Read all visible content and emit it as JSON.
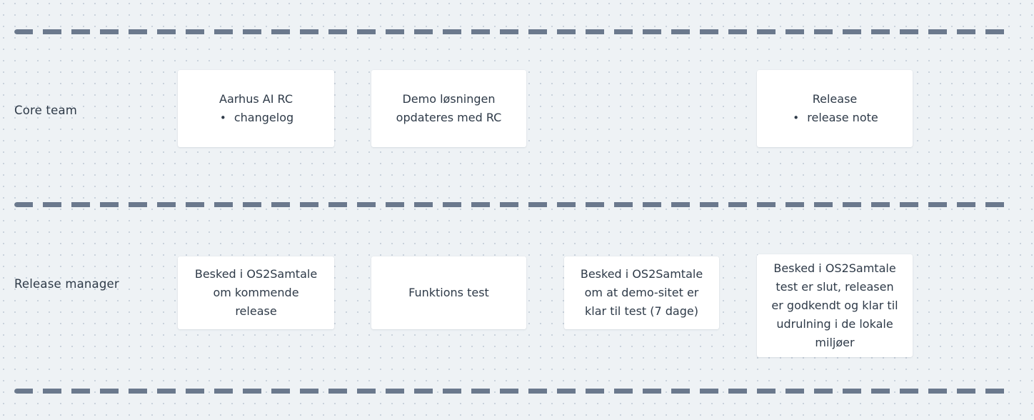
{
  "board": {
    "background_color": "#eef2f5",
    "dot_color": "#c9d2dc",
    "divider_color": "#6b798d",
    "card_background": "#ffffff",
    "text_color": "#2e3a48"
  },
  "lanes": [
    {
      "id": "core-team",
      "label": "Core team",
      "cards": [
        {
          "id": "aarhus-ai-rc",
          "title": "Aarhus AI RC",
          "bullets": [
            "changelog"
          ]
        },
        {
          "id": "demo-losningen",
          "line1": "Demo løsningen",
          "line2": "opdateres med RC"
        },
        {
          "id": "release",
          "title": "Release",
          "bullets": [
            "release note"
          ]
        }
      ]
    },
    {
      "id": "release-manager",
      "label": "Release manager",
      "cards": [
        {
          "id": "besked-kommende-release",
          "line1": "Besked i OS2Samtale",
          "line2": "om kommende",
          "line3": "release"
        },
        {
          "id": "funktions-test",
          "line1": "Funktions test"
        },
        {
          "id": "besked-demosite-klar",
          "line1": "Besked i OS2Samtale",
          "line2": "om at demo-sitet er",
          "line3": "klar til test (7 dage)"
        },
        {
          "id": "besked-test-slut",
          "line1": "Besked i OS2Samtale",
          "line2": "test er slut, releasen",
          "line3": "er godkendt og klar til",
          "line4": "udrulning i de lokale",
          "line5": "miljøer"
        }
      ]
    }
  ]
}
